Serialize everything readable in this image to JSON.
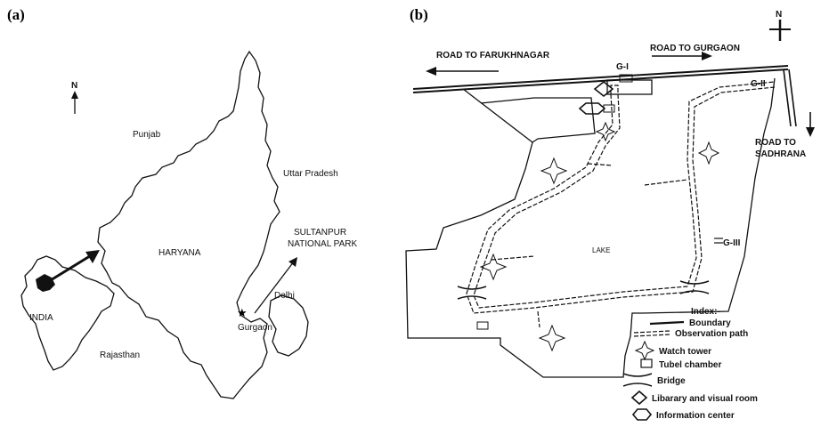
{
  "panel_a": {
    "label": "(a)",
    "north": "N",
    "regions": {
      "punjab": "Punjab",
      "uttar_pradesh": "Uttar Pradesh",
      "haryana": "HARYANA",
      "rajasthan": "Rajasthan",
      "india": "INDIA",
      "delhi": "Delhi",
      "gurgaon": "Gurgaon"
    },
    "park_label_1": "SULTANPUR",
    "park_label_2": "NATIONAL PARK"
  },
  "panel_b": {
    "label": "(b)",
    "north": "N",
    "roads": {
      "farukhnagar": "ROAD TO FARUKHNAGAR",
      "gurgaon": "ROAD TO GURGAON",
      "sadhrana_1": "ROAD TO",
      "sadhrana_2": "SADHRANA"
    },
    "gates": {
      "g1": "G-I",
      "g2": "G-II",
      "g3": "G-III"
    },
    "lake": "LAKE",
    "legend": {
      "index": "Index:-",
      "boundary": "Boundary",
      "observation_path": "Observation path",
      "watch_tower": "Watch tower",
      "tubel_chamber": "Tubel chamber",
      "bridge": "Bridge",
      "library": "Libarary and visual room",
      "information_center": "Information center"
    }
  },
  "colors": {
    "ink": "#111111",
    "background": "#ffffff"
  }
}
